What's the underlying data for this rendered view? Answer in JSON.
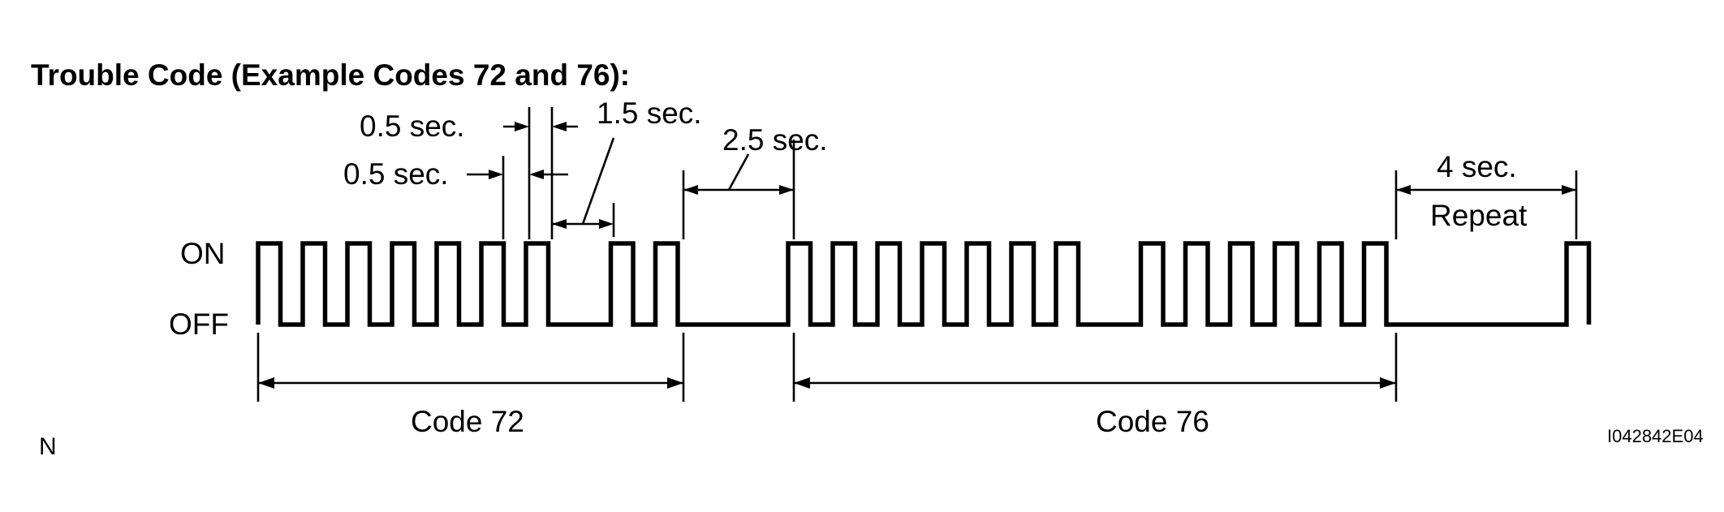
{
  "title": "Trouble Code (Example Codes 72 and 76):",
  "levels": {
    "on": "ON",
    "off": "OFF"
  },
  "annotations": {
    "pulse_on": "0.5 sec.",
    "pulse_off": "0.5 sec.",
    "digit_gap": "1.5 sec.",
    "code_gap": "2.5 sec.",
    "repeat_gap": "4 sec.",
    "repeat_label": "Repeat"
  },
  "codes": [
    {
      "label": "Code 72",
      "tens_pulses": 7,
      "ones_pulses": 2
    },
    {
      "label": "Code 76",
      "tens_pulses": 7,
      "ones_pulses": 6
    }
  ],
  "corner_mark": "N",
  "figure_id": "I042842E04",
  "colors": {
    "ink": "#000000",
    "background": "#ffffff"
  }
}
